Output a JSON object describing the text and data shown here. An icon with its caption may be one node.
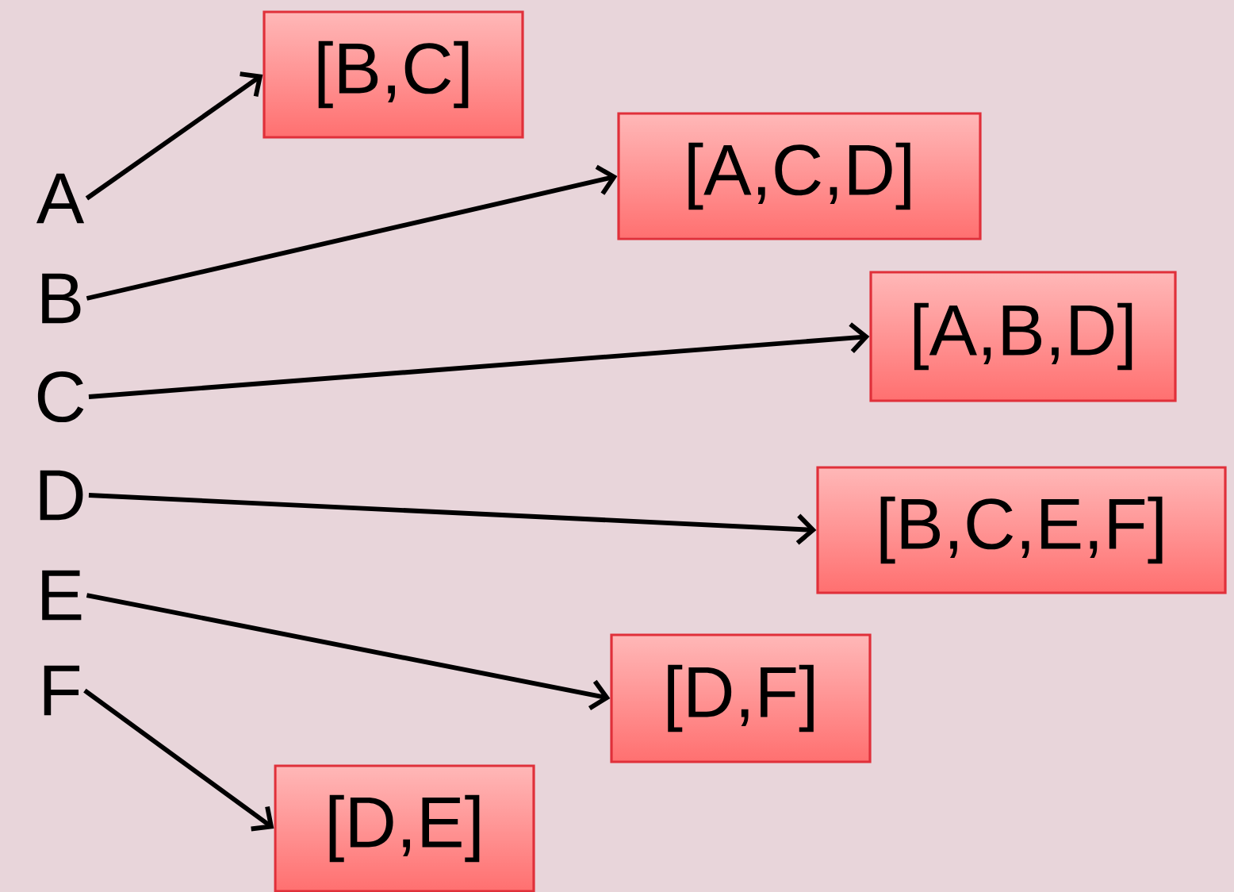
{
  "diagram": {
    "nodes": [
      {
        "text": [
          "A"
        ]
      },
      {
        "text": [
          "B"
        ]
      },
      {
        "text": [
          "C"
        ]
      },
      {
        "text": [
          "D"
        ]
      },
      {
        "text": [
          "E"
        ]
      },
      {
        "text": [
          "F"
        ]
      },
      {
        "text": [
          "[B,C]"
        ]
      },
      {
        "text": [
          "[A,C,D]"
        ]
      },
      {
        "text": [
          "[A,B,D]"
        ]
      },
      {
        "text": [
          "[B,C,E,F]"
        ]
      },
      {
        "text": [
          "[D,F]"
        ]
      },
      {
        "text": [
          "[D,E]"
        ]
      }
    ],
    "edges": [
      {
        "from": 0,
        "to": 6,
        "arrow": "to"
      },
      {
        "from": 1,
        "to": 7,
        "arrow": "to"
      },
      {
        "from": 2,
        "to": 8,
        "arrow": "to"
      },
      {
        "from": 3,
        "to": 9,
        "arrow": "to"
      },
      {
        "from": 4,
        "to": 10,
        "arrow": "to"
      },
      {
        "from": 5,
        "to": 11,
        "arrow": "to"
      }
    ]
  }
}
